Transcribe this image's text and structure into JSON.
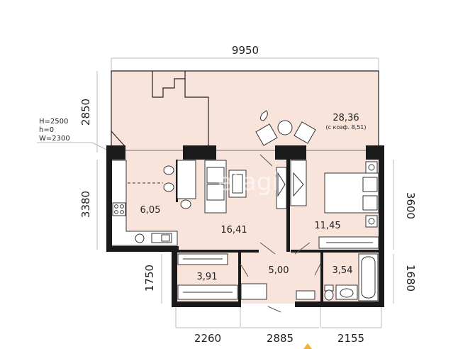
{
  "dimensions": {
    "top": "9950",
    "left_terrace": "2850",
    "left_main": "3380",
    "left_bottom": "1750",
    "right_main": "3600",
    "right_bottom": "1680",
    "bottom_1": "2260",
    "bottom_2": "2885",
    "bottom_3": "2155"
  },
  "opening": {
    "h_main": "H=2500",
    "h_sill": "h=0",
    "w": "W=2300"
  },
  "rooms": {
    "terrace_area": "28,36",
    "terrace_note": "(с коэф. 8,51)",
    "kitchen": "6,05",
    "living": "16,41",
    "bedroom": "11,45",
    "wardrobe": "3,91",
    "hall": "5,00",
    "bathroom": "3,54"
  },
  "watermark": "etagi",
  "colors": {
    "floor": "#f9e4dc",
    "wall": "#1a1a1a",
    "accent": "#f2b233"
  }
}
